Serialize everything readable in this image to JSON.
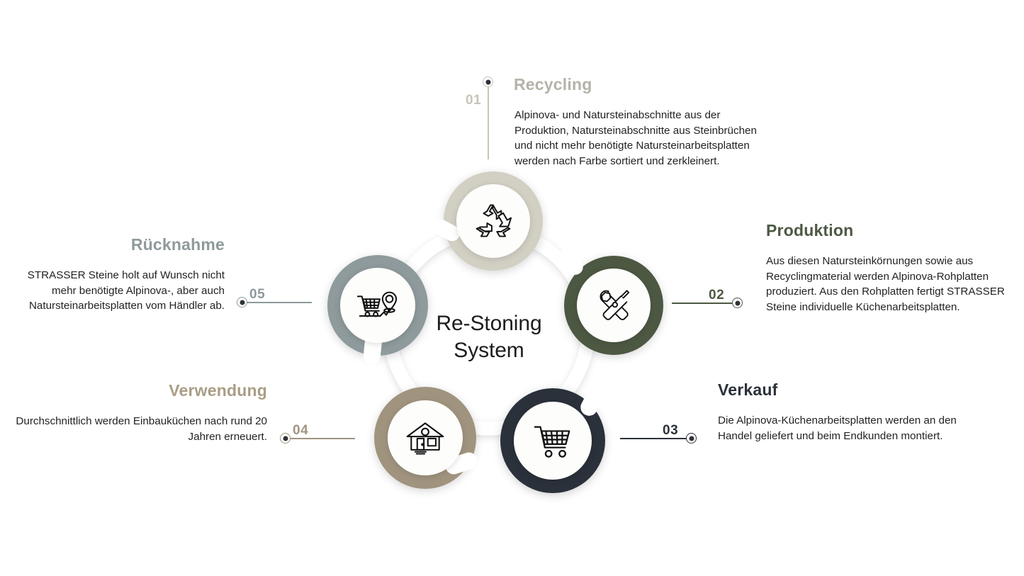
{
  "center": {
    "title_line1": "Re-Stoning",
    "title_line2": "System"
  },
  "colors": {
    "recycling": "#d2cfc3",
    "produktion": "#4d5843",
    "verkauf": "#2b313a",
    "verwendung": "#a0947f",
    "ruecknahme": "#8e9a9c",
    "body_text": "#231f20",
    "center_text": "#1d1d1f"
  },
  "steps": [
    {
      "number": "01",
      "heading": "Recycling",
      "body": "Alpinova- und Natursteinabschnitte aus der Produktion, Natursteinabschnitte aus Steinbrüchen und nicht mehr benötigte Natursteinarbeitsplatten werden nach Farbe sortiert und zerkleinert.",
      "icon": "recycle-icon",
      "color": "#c7c4b6",
      "heading_color": "#b5b3a8"
    },
    {
      "number": "02",
      "heading": "Produktion",
      "body": "Aus diesen Natursteinkörnungen sowie aus Recyclingmaterial werden Alpinova-Rohplatten produziert. Aus den Rohplatten fertigt STRASSER Steine individuelle Küchenarbeitsplatten.",
      "icon": "tools-icon",
      "color": "#4d5843",
      "heading_color": "#4d5843"
    },
    {
      "number": "03",
      "heading": "Verkauf",
      "body": "Die Alpinova-Küchenarbeitsplatten werden an den Handel geliefert und beim Endkunden montiert.",
      "icon": "shopping-cart-icon",
      "color": "#2b313a",
      "heading_color": "#2b313a"
    },
    {
      "number": "04",
      "heading": "Verwendung",
      "body": "Durchschnittlich werden Einbauküchen nach rund 20 Jahren erneuert.",
      "icon": "house-icon",
      "color": "#a0947f",
      "heading_color": "#a99d86"
    },
    {
      "number": "05",
      "heading": "Rücknahme",
      "body": "STRASSER Steine holt auf Wunsch nicht mehr benötigte Alpinova-, aber auch Natursteinarbeitsplatten vom Händler ab.",
      "icon": "cart-pickup-location-icon",
      "color": "#8e9a9c",
      "heading_color": "#8e9a9c"
    }
  ]
}
